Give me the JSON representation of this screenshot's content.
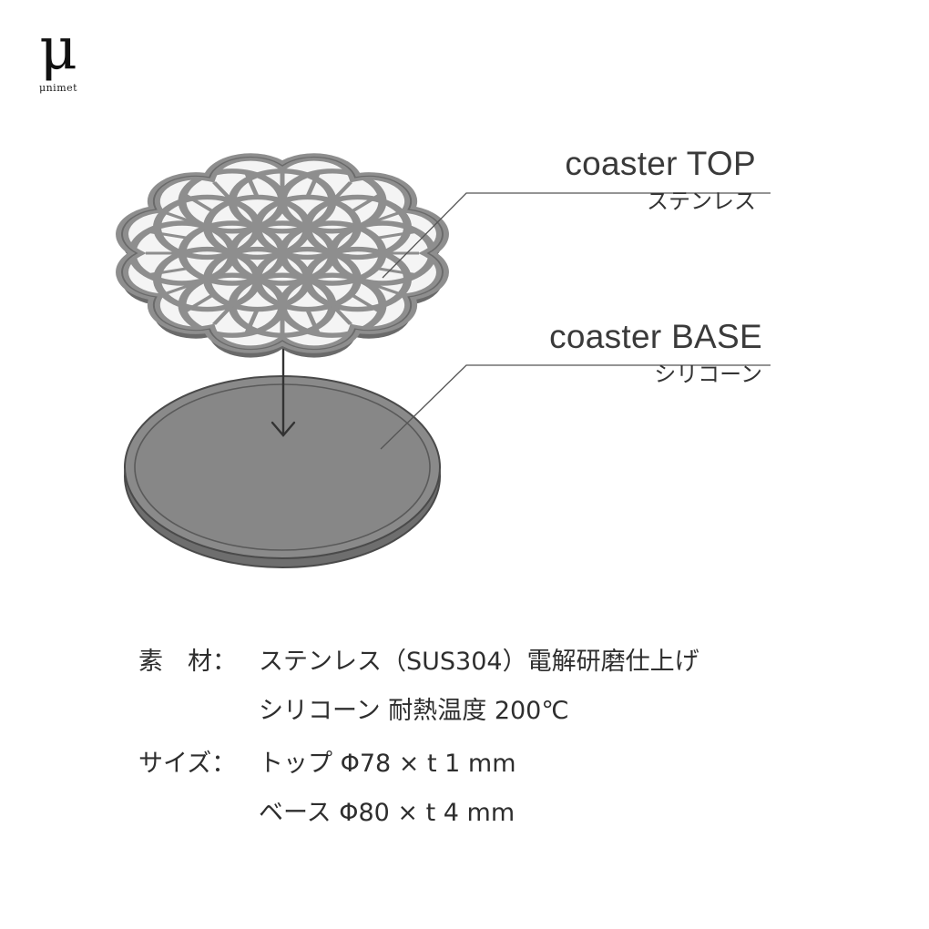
{
  "brand": {
    "logo_mark": "μ",
    "logo_text": "μnimet"
  },
  "diagram": {
    "top_part": {
      "title": "coaster TOP",
      "material": "ステンレス"
    },
    "base_part": {
      "title": "coaster BASE",
      "material": "シリコーン"
    },
    "colors": {
      "metal": "#8e8e8e",
      "metal_edge": "#6a6a6a",
      "silicone": "#878787",
      "silicone_dark": "#6e6e6e",
      "line": "#555555"
    }
  },
  "specs": {
    "material": {
      "label": "素　材：",
      "lines": [
        "ステンレス（SUS304）電解研磨仕上げ",
        "シリコーン 耐熱温度 200℃"
      ]
    },
    "size": {
      "label": "サイズ：",
      "lines": [
        "トップ Φ78 × t 1 mm",
        "ベース Φ80 × t 4 mm"
      ]
    }
  }
}
